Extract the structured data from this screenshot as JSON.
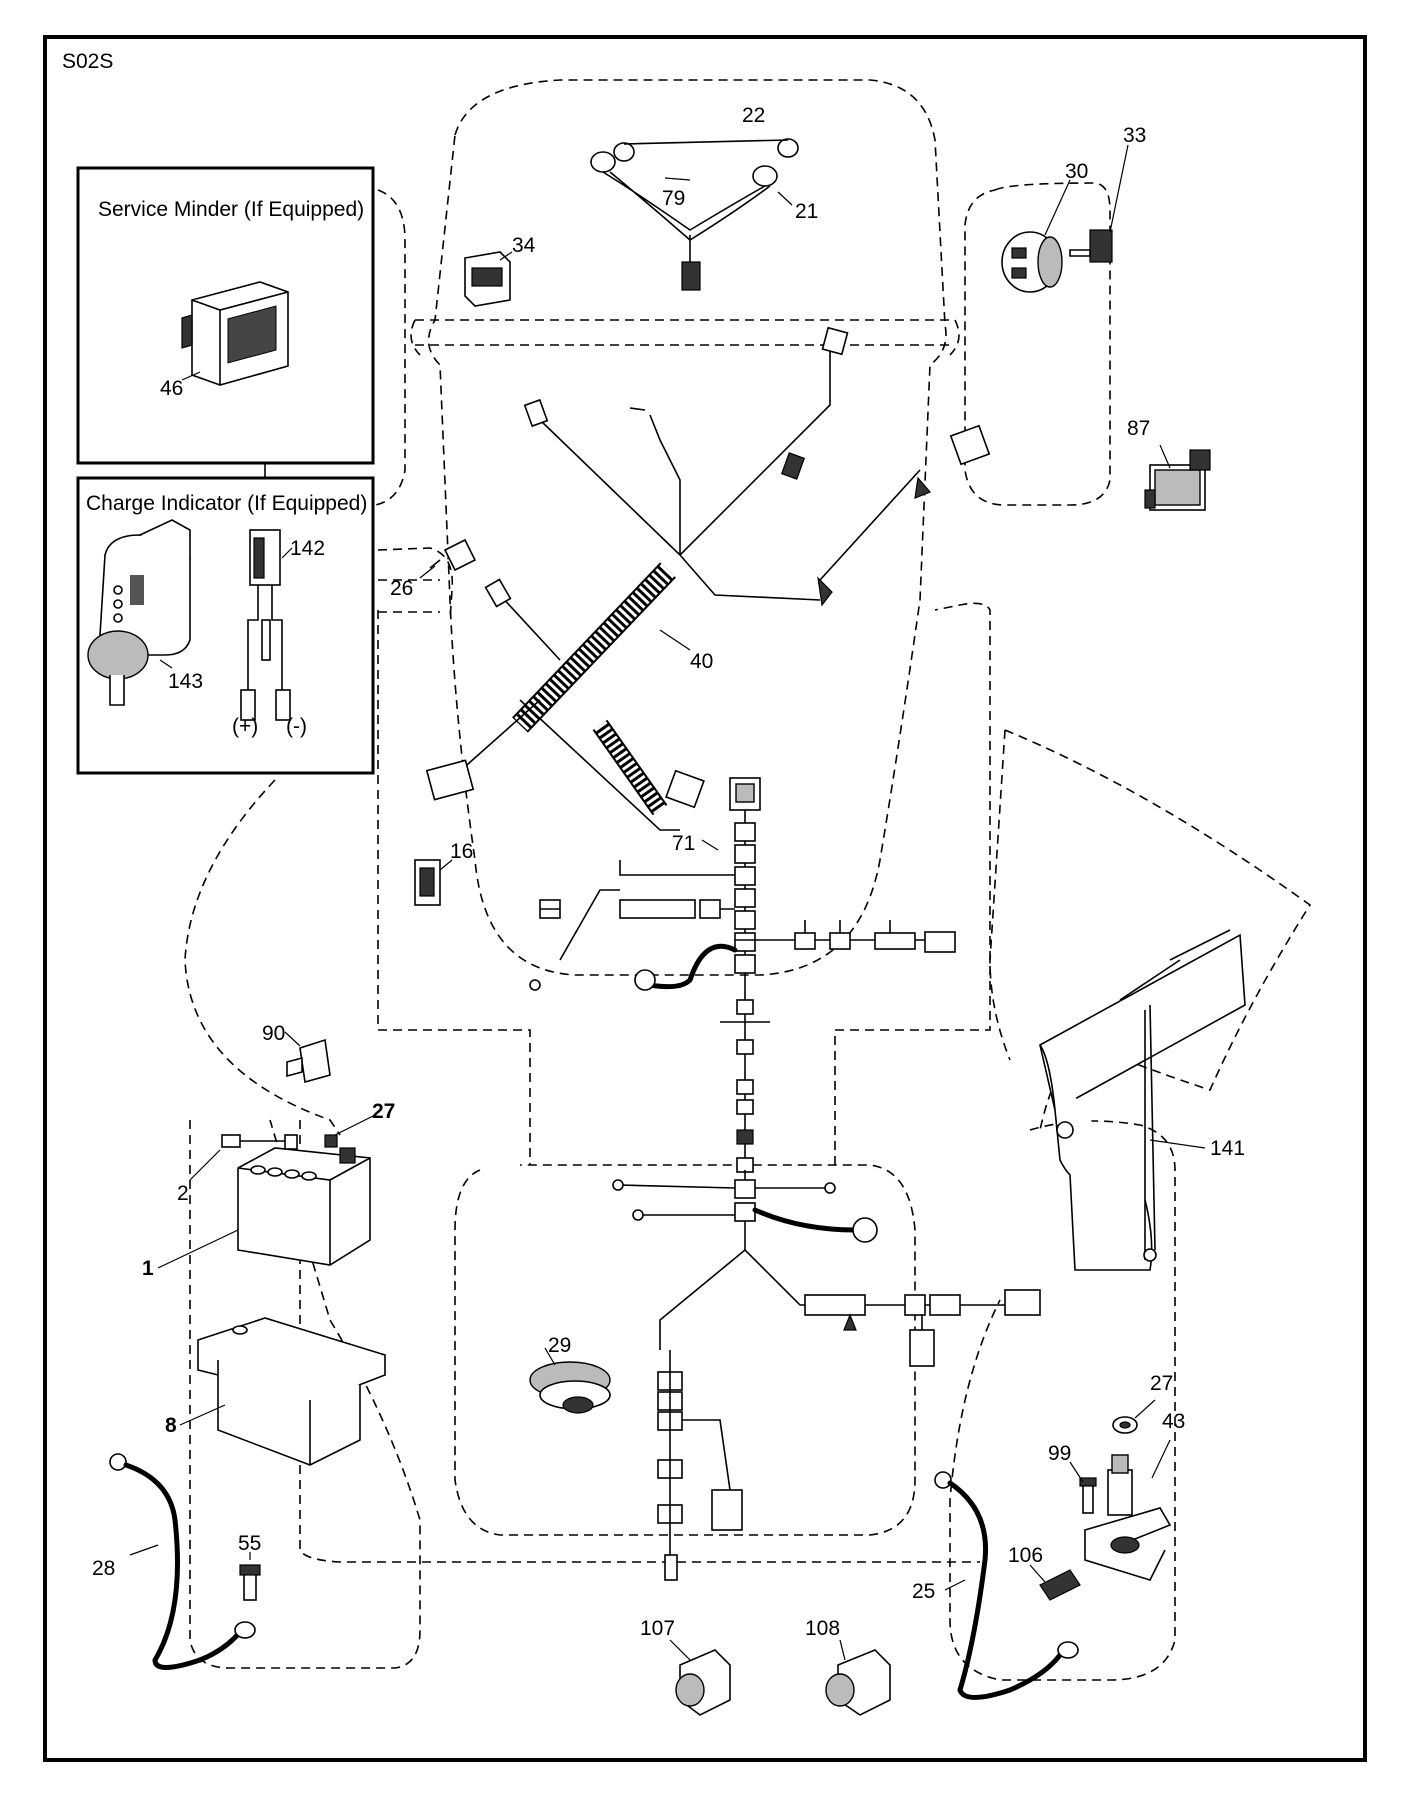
{
  "diagram_code": "S02S",
  "insets": {
    "service_minder": {
      "title": "Service Minder (If Equipped)"
    },
    "charge_indicator": {
      "title": "Charge Indicator (If Equipped)",
      "plus_label": "(+)",
      "minus_label": "(-)"
    }
  },
  "callouts": [
    {
      "id": "c22",
      "label": "22",
      "bold": false
    },
    {
      "id": "c79",
      "label": "79",
      "bold": false
    },
    {
      "id": "c21",
      "label": "21",
      "bold": false
    },
    {
      "id": "c34",
      "label": "34",
      "bold": false
    },
    {
      "id": "c30",
      "label": "30",
      "bold": false
    },
    {
      "id": "c33",
      "label": "33",
      "bold": false
    },
    {
      "id": "c46",
      "label": "46",
      "bold": false
    },
    {
      "id": "c87",
      "label": "87",
      "bold": false
    },
    {
      "id": "c142",
      "label": "142",
      "bold": false
    },
    {
      "id": "c26",
      "label": "26",
      "bold": false
    },
    {
      "id": "c143",
      "label": "143",
      "bold": false
    },
    {
      "id": "c40",
      "label": "40",
      "bold": false
    },
    {
      "id": "c71",
      "label": "71",
      "bold": false
    },
    {
      "id": "c16",
      "label": "16",
      "bold": false
    },
    {
      "id": "c90",
      "label": "90",
      "bold": false
    },
    {
      "id": "c27a",
      "label": "27",
      "bold": true
    },
    {
      "id": "c2",
      "label": "2",
      "bold": false
    },
    {
      "id": "c1",
      "label": "1",
      "bold": true
    },
    {
      "id": "c141",
      "label": "141",
      "bold": false
    },
    {
      "id": "c29",
      "label": "29",
      "bold": false
    },
    {
      "id": "c8",
      "label": "8",
      "bold": true
    },
    {
      "id": "c27b",
      "label": "27",
      "bold": false
    },
    {
      "id": "c43",
      "label": "43",
      "bold": false
    },
    {
      "id": "c99",
      "label": "99",
      "bold": false
    },
    {
      "id": "c28",
      "label": "28",
      "bold": false
    },
    {
      "id": "c55",
      "label": "55",
      "bold": false
    },
    {
      "id": "c106",
      "label": "106",
      "bold": false
    },
    {
      "id": "c25",
      "label": "25",
      "bold": false
    },
    {
      "id": "c107",
      "label": "107",
      "bold": false
    },
    {
      "id": "c108",
      "label": "108",
      "bold": false
    }
  ]
}
